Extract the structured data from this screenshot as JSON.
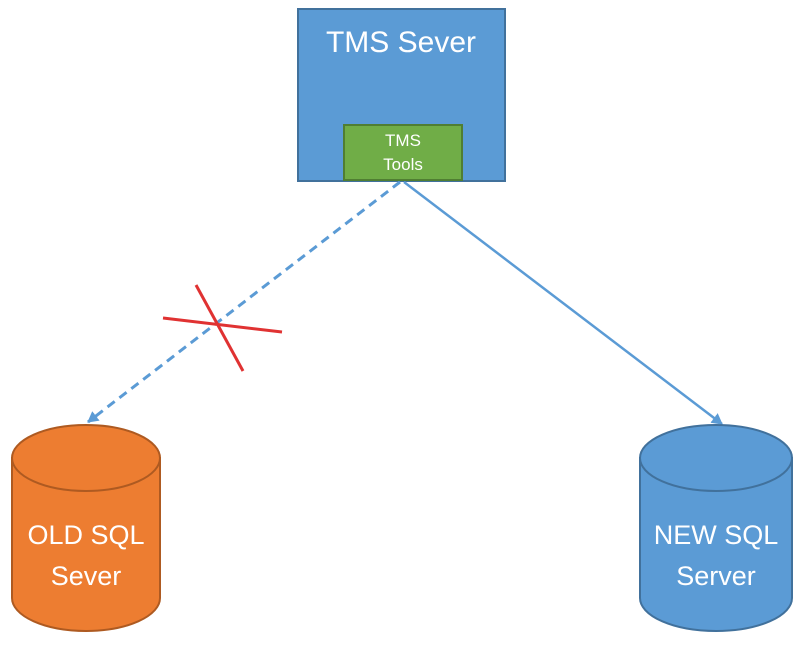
{
  "nodes": {
    "server": {
      "title": "TMS Sever",
      "fill": "#5b9bd5",
      "stroke": "#41719c"
    },
    "tools": {
      "line1": "TMS",
      "line2": "Tools",
      "fill": "#70ad47",
      "stroke": "#507e32"
    },
    "old_db": {
      "line1": "OLD SQL",
      "line2": "Sever",
      "fill": "#ed7d31",
      "stroke": "#ae5a21"
    },
    "new_db": {
      "line1": "NEW SQL",
      "line2": "Server",
      "fill": "#5b9bd5",
      "stroke": "#41719c"
    }
  },
  "connectors": {
    "to_old": {
      "style": "dashed",
      "color": "#5b9bd5",
      "blocked": true,
      "blocked_mark_color": "#e03232"
    },
    "to_new": {
      "style": "solid",
      "color": "#5b9bd5",
      "blocked": false
    }
  }
}
